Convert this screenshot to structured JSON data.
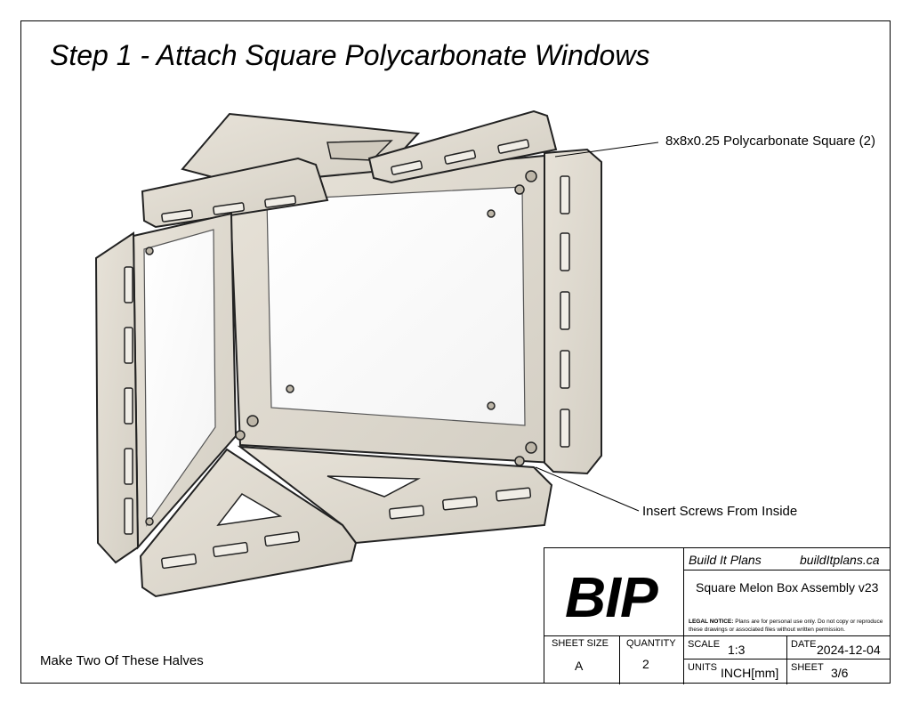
{
  "title": "Step 1 - Attach Square Polycarbonate Windows",
  "callouts": {
    "polycarbonate": "8x8x0.25 Polycarbonate Square (2)",
    "screws": "Insert Screws From Inside"
  },
  "note": "Make Two Of These Halves",
  "title_block": {
    "logo": "BIP",
    "company": "Build It Plans",
    "website": "buildItplans.ca",
    "drawing_title": "Square Melon Box Assembly v23",
    "legal_label": "LEGAL NOTICE:",
    "legal_text": "Plans are for personal use only. Do not copy or reproduce these drawings or associated files without written permission.",
    "sheet_size_label": "SHEET SIZE",
    "sheet_size": "A",
    "quantity_label": "QUANTITY",
    "quantity": "2",
    "scale_label": "SCALE",
    "scale": "1:3",
    "date_label": "DATE",
    "date": "2024-12-04",
    "units_label": "UNITS",
    "units": "INCH[mm]",
    "sheet_label": "SHEET",
    "sheet": "3/6"
  }
}
